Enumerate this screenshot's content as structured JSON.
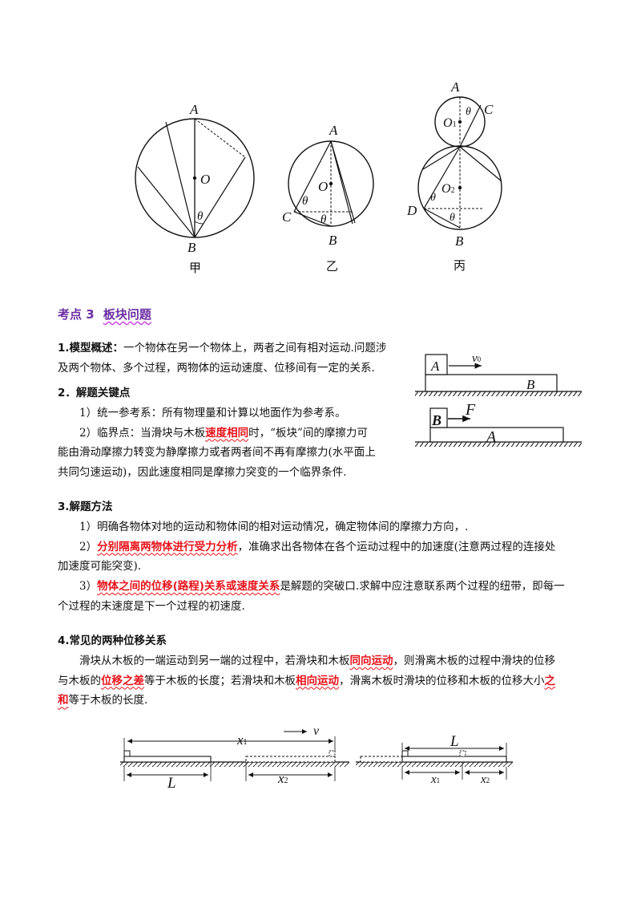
{
  "figures_top": {
    "jia": {
      "labels": {
        "A": "A",
        "O": "O",
        "theta": "θ",
        "B": "B"
      },
      "caption": "甲"
    },
    "yi": {
      "labels": {
        "A": "A",
        "O": "O",
        "theta1": "θ",
        "C": "C",
        "theta2": "θ",
        "B": "B"
      },
      "caption": "乙"
    },
    "bing": {
      "labels": {
        "A": "A",
        "O1": "O",
        "sub1": "1",
        "theta1": "θ",
        "C": "C",
        "O2": "O",
        "sub2": "2",
        "theta2": "θ",
        "D": "D",
        "theta3": "θ",
        "B": "B"
      },
      "caption": "丙"
    }
  },
  "section": {
    "title_prefix": "考点 3",
    "title_main": "板块问题"
  },
  "block_fig": {
    "top": {
      "block": "A",
      "v": "v",
      "v_sub": "0",
      "board": "B"
    },
    "bottom": {
      "block": "B",
      "force": "F",
      "board": "A"
    }
  },
  "p1": {
    "label": "1.模型概述：",
    "line1": "一个物体在另一个物体上，两者之间有相对运动.问题涉",
    "line2": "及两个物体、多个过程，两物体的运动速度、位移间有一定的关系."
  },
  "p2": {
    "label": "2．解题关键点",
    "item1": "1）统一参考系：所有物理量和计算以地面作为参考系。",
    "item2_a": "2）临界点：当滑块与木板",
    "item2_hl": "速度相同",
    "item2_b": "时，“板块”间的摩擦力可",
    "item2_line2": "能由滑动摩擦力转变为静摩擦力或者两者间不再有摩擦力(水平面上",
    "item2_line3": "共同匀速运动)，因此速度相同是摩擦力突变的一个临界条件."
  },
  "p3": {
    "label": "3.解题方法",
    "item1": "1）明确各物体对地的运动和物体间的相对运动情况，确定物体间的摩擦力方向，.",
    "item2_a": "2）",
    "item2_hl": "分别隔离两物体进行受力分析",
    "item2_b": "，准确求出各物体在各个运动过程中的加速度(注意两过程的连接处",
    "item2_line2": "加速度可能突变).",
    "item3_a": "3）",
    "item3_hl": "物体之间的位移(路程)关系或速度关系",
    "item3_b": "是解题的突破口.求解中应注意联系两个过程的纽带，即每一",
    "item3_line2": "个过程的末速度是下一个过程的初速度."
  },
  "p4": {
    "label": "4.常见的两种位移关系",
    "s1": "滑块从木板的一端运动到另一端的过程中，若滑块和木板",
    "hl1": "同向运动",
    "s2": "，则滑离木板的过程中滑块的位移",
    "s3": "与木板的",
    "hl2": "位移之差",
    "s4": "等于木板的长度；若滑块和木板",
    "hl3": "相向运动",
    "s5": "，滑离木板时滑块的位移和木板的位移大小",
    "hl4": "之",
    "hl5": "和",
    "s6": "等于木板的长度."
  },
  "bottom_figs": {
    "left": {
      "x1": "x",
      "x1_sub": "1",
      "v": "v",
      "L": "L",
      "x2": "x",
      "x2_sub": "2"
    },
    "right": {
      "L": "L",
      "x1": "x",
      "x1_sub": "1",
      "x2": "x",
      "x2_sub": "2"
    }
  }
}
